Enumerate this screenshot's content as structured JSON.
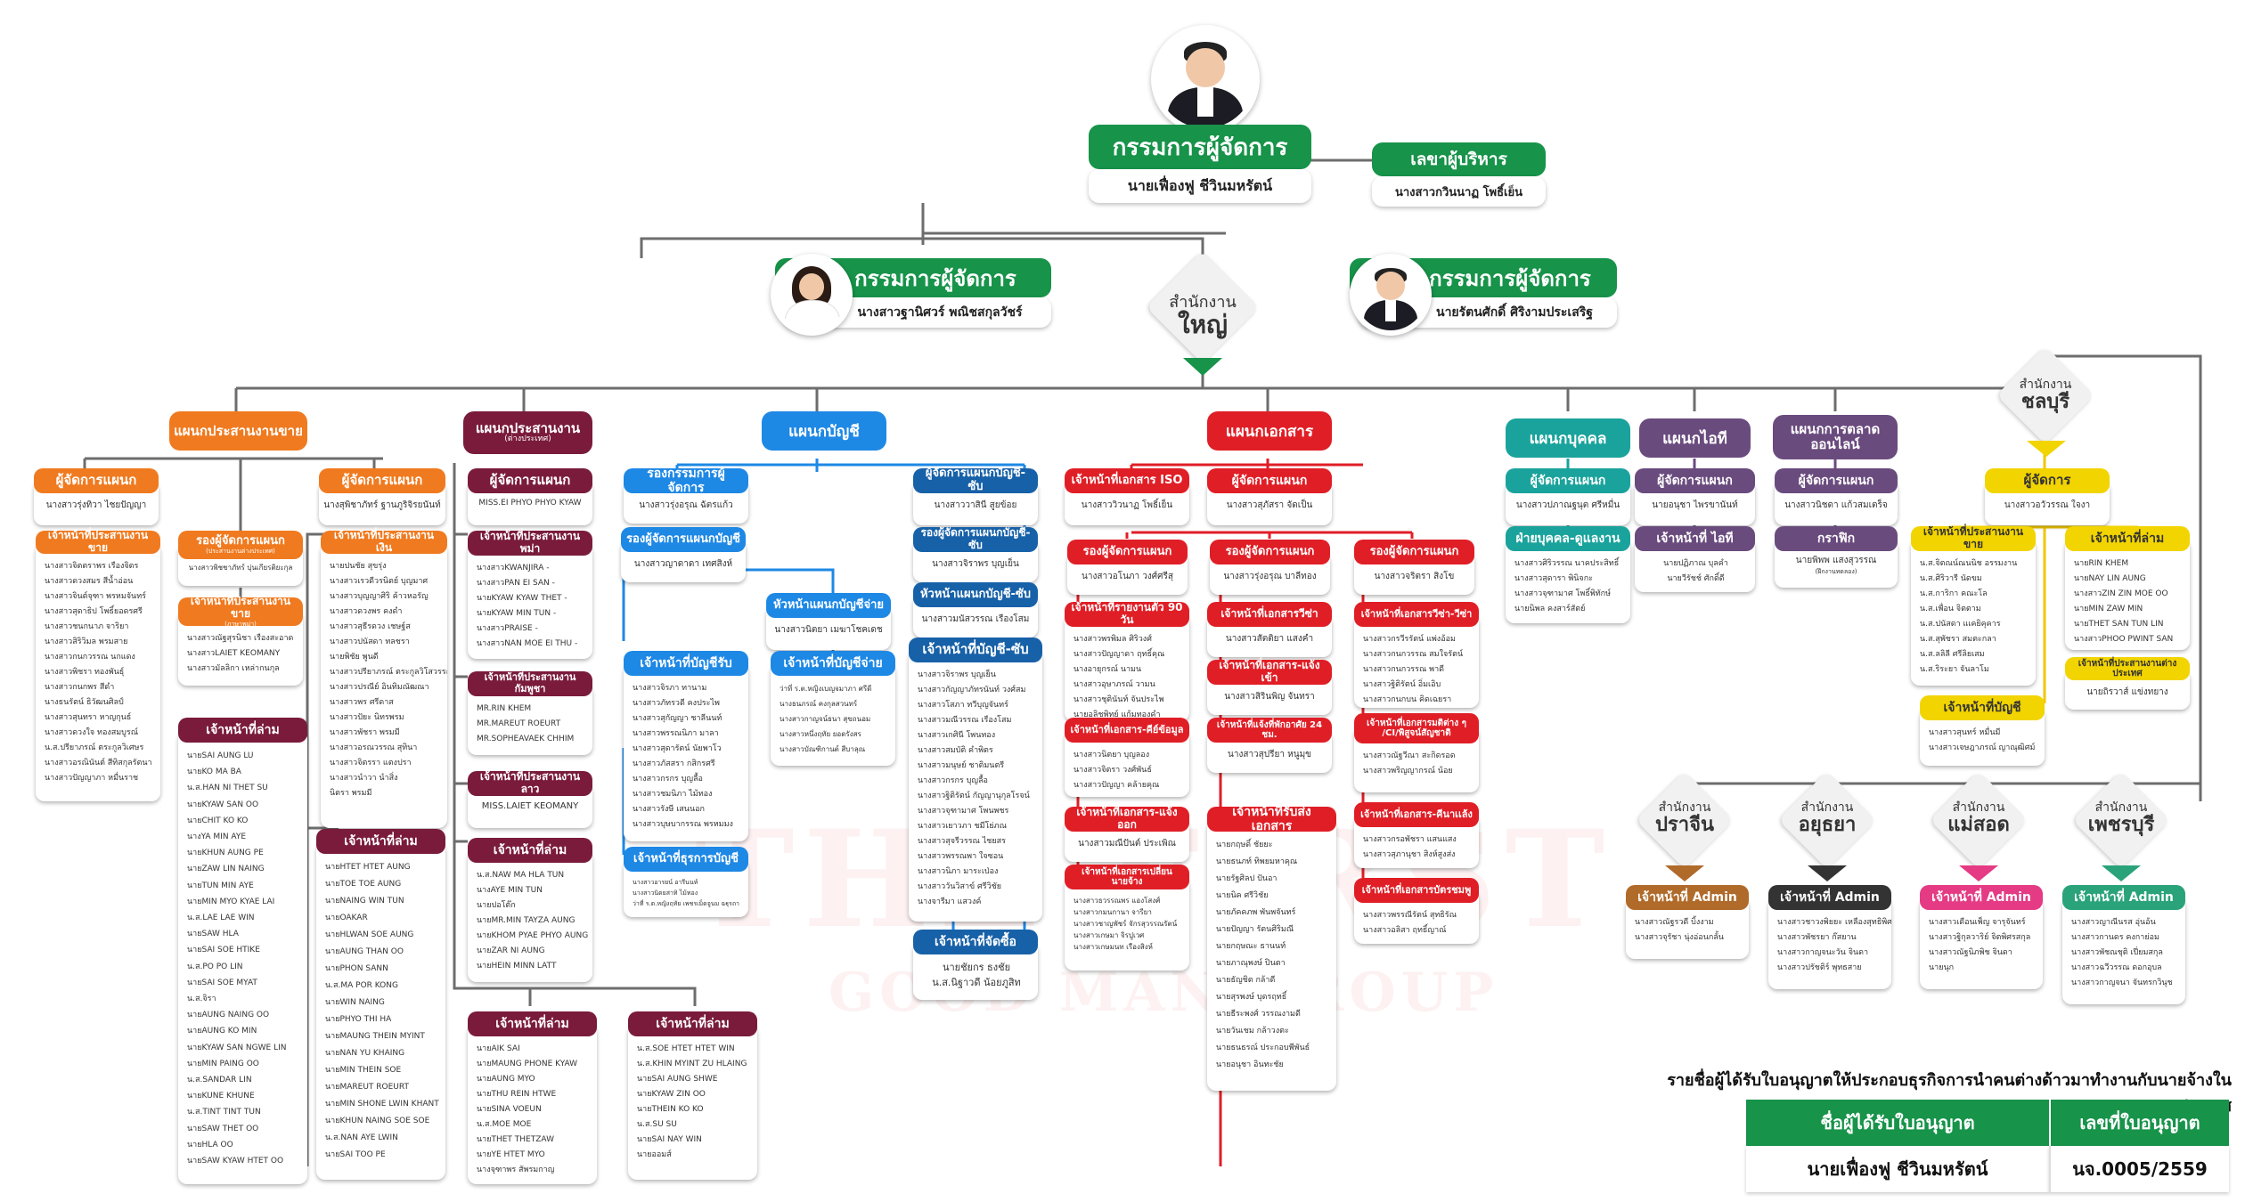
{
  "header": {
    "top_title": "กรรมการผู้จัดการ",
    "top_name": "นายเฟื่องฟู ชีวินมหรัตน์",
    "secretary_title": "เลขาผู้บริหาร",
    "secretary_name": "นางสาวกวินนาฏ โพธิ์เย็น",
    "left_md_title": "กรรมการผู้จัดการ",
    "left_md_name": "นางสาวฐานิศวร์ พณิชสกุลวัชร์",
    "right_md_title": "กรรมการผู้จัดการ",
    "right_md_name": "นายรัตนศักดิ์ ศิริงามประเสริฐ",
    "hq_small": "สำนักงาน",
    "hq_large": "ใหญ่"
  },
  "departments": {
    "sales": "แผนกประสานงานขาย",
    "coord_foreign": "แผนกประสานงาน",
    "coord_foreign_sub": "(ต่างประเทศ)",
    "accounting": "แผนกบัญชี",
    "documents": "แผนกเอกสาร",
    "hr": "แผนกบุคคล",
    "it": "แผนกไอที",
    "marketing_l1": "แผนกการตลาด",
    "marketing_l2": "ออนไลน์"
  },
  "sales": {
    "mgr1_title": "ผู้จัดการแผนก",
    "mgr1_name": "นางสาวรุ่งทิวา ไชยปัญญา",
    "mgr2_title": "ผู้จัดการแผนก",
    "mgr2_name": "นางสุพิชาภัทร์ ฐานภูริจิรยนันท์",
    "coord_title": "เจ้าหน้าที่ประสานงานขาย",
    "coord_names": [
      "นางสาวจิตตราพร เรืองจิตร",
      "นางสาวดวงสมร สีน้ำอ่อน",
      "นางสาวจินต์จุฑา พรหมจันทร์",
      "นางสาวสุดาธิป โพธิ์ยอดรศรี",
      "นางสาวชนกนาภ จาริยา",
      "นางสาวสิริวิมล พรมสาย",
      "นางสาวกนกวรรณ นกแดง",
      "นางสาวพิชรา ทองพันธุ์",
      "นางสาวกนกพร สีดำ",
      "นางธนรัตน์ ธิวัฒนศิลป์",
      "นางสาวสุนทรา หาญกุนธ์",
      "นางสาวดวงใจ ทองสมบูรณ์",
      "น.ส.ปรียาภรณ์ ตระกูลวิเศษร",
      "นางสาวอรณินันต์ สีทิสกุลรัตนา",
      "นางสาวปัญญาภา หมื่นราช"
    ],
    "deputy_title": "รองผู้จัดการแผนก",
    "deputy_sub": "(ประสานงานต่างประเทศ)",
    "deputy_name": "นางสาวพิชชาภัทร์ บุ่นเกียรติยะกุล",
    "coord2_title": "เจ้าหน้าที่ประสานงานขาย",
    "coord2_sub": "(ภาษาพม่า)",
    "coord2_names": [
      "นางสาวณัฐสุรนิชา เรืองสะอาด",
      "นางสาวLAIET KEOMANY",
      "นางสาวมัลลิกา เหล่ากนกุล"
    ],
    "finance_title": "เจ้าหน้าที่ประสานงานเงิน",
    "finance_names": [
      "นายปนชัย สุขรุ่ง",
      "นางสาวเรวดีวรนิตย์ บุญมาศ",
      "นางสาวบุญญาศิริ ค้าวหอรัญ",
      "นางสาวดวงพร คงดำ",
      "นางสาวสุธีรดวง เชษฐ์ส",
      "นางสาวปนัสดา ทลชรา",
      "นายพิชัย พูนดี",
      "นางสาวปรียาภรณ์ ตระกูลวิโสวรรณ",
      "นางสาวปรณีย์ อินทิมณัฒณา",
      "นางสาวพร ศรีดาส",
      "นางสาวปัยะ นิทรพรม",
      "นางสาวพัชรา พรมมี",
      "นางสาวอรณวรรณ สุทินา",
      "นางสาวจิตรรา แตงปรา",
      "นางสาวนำวา นำสิ่ง",
      "นิตรา พรมมี"
    ],
    "interp_title": "เจ้าหน้าที่ล่าม",
    "interp_names": [
      "นายSAI AUNG LU",
      "นายKO MA BA",
      "น.ส.HAN NI THET SU",
      "นายKYAW SAN OO",
      "นายCHIT KO KO",
      "นางYA MIN AYE",
      "นายKHUN AUNG PE",
      "นายZAW LIN NAING",
      "นายTUN MIN AYE",
      "นายMIN MYO KYAE LAI",
      "น.ส.LAE LAE WIN",
      "นายSAW HLA",
      "นายSAI SOE HTIKE",
      "น.ส.PO PO LIN",
      "นายSAI SOE MYAT",
      "น.ส.จิรา",
      "นายAUNG NAING OO",
      "นายAUNG KO MIN",
      "นายKYAW SAN NGWE LIN",
      "นายMIN PAING OO",
      "น.ส.SANDAR LIN",
      "นายKUNE KHUNE",
      "น.ส.TINT TINT TUN",
      "นายSAW THET OO",
      "นายHLA OO",
      "นายSAW KYAW HTET OO"
    ]
  },
  "coord": {
    "mgr_title": "ผู้จัดการแผนก",
    "mgr_name": "MISS.EI PHYO PHYO KYAW",
    "burma_title": "เจ้าหน้าที่ประสานงานพม่า",
    "burma_names": [
      "นางสาวKWANJIRA -",
      "นางสาวPAN EI SAN -",
      "นายKYAW KYAW THET -",
      "นายKYAW MIN TUN -",
      "นางสาวPRAISE -",
      "นางสาวNAN MOE EI THU -"
    ],
    "cambodia_title": "เจ้าหน้าที่ประสานงานกัมพูชา",
    "cambodia_names": [
      "MR.RIN KHEM",
      "MR.MAREUT ROEURT",
      "MR.SOPHEAVAEK CHHIM"
    ],
    "laos_title": "เจ้าหน้าที่ประสานงานลาว",
    "laos_name": "MISS.LAIET KEOMANY",
    "interp1_title": "เจ้าหน้าที่ล่าม",
    "interp1_names": [
      "นายHTET HTET AUNG",
      "นายTOE TOE AUNG",
      "นายNAING WIN TUN",
      "นายOAKAR",
      "นายHLWAN SOE AUNG",
      "นายAUNG THAN OO",
      "นายPHON SANN",
      "น.ส.MA POR KONG",
      "นายWIN NAING",
      "นายPHYO THI HA",
      "นายMAUNG THEIN MYINT",
      "นายNAN YU KHAING",
      "นายMIN THEIN SOE",
      "นายMAREUT ROEURT",
      "นายMIN SHONE LWIN KHANT",
      "นายKHUN NAING SOE SOE",
      "น.ส.NAN AYE LWIN",
      "นายSAI TOO PE"
    ],
    "interp2_title": "เจ้าหน้าที่ล่าม",
    "interp2_names": [
      "น.ส.NAW MA HLA TUN",
      "นางAYE MIN TUN",
      "นายปอโต๊ก",
      "นายMR.MIN TAYZA AUNG",
      "นายKHOM PYAE PHYO AUNG",
      "นายZAR NI AUNG",
      "นายHEIN MINN LATT"
    ],
    "interp3_title": "เจ้าหน้าที่ล่าม",
    "interp3_names": [
      "นายAIK SAI",
      "นายMAUNG PHONE KYAW",
      "นายAUNG MYO",
      "นายTHU REIN HTWE",
      "นายSINA VOEUN",
      "น.ส.MOE MOE",
      "นายTHET THETZAW",
      "นายYE HTET MYO",
      "นางจุฑาพร สัพรมกาญ"
    ],
    "interp4_title": "เจ้าหน้าที่ล่าม",
    "interp4_names": [
      "น.ส.SOE HTET HTET WIN",
      "น.ส.KHIN MYINT ZU HLAING",
      "นายSAI AUNG SHWE",
      "นายKYAW ZIN OO",
      "นายTHEIN KO KO",
      "น.ส.SU SU",
      "นายSAI NAY WIN",
      "นายออมส์"
    ]
  },
  "acct": {
    "gm_title": "รองกรรมการผู้จัดการ",
    "gm_name": "นางสาวรุ่งอรุณ ฉัตรแก้ว",
    "dep_title": "รองผู้จัดการแผนกบัญชี",
    "dep_name": "นางสาวญาดาดา เทศสิงห์",
    "head_title": "หัวหน้าแผนกบัญชีจ่าย",
    "head_name": "นางสาวนิตยา เมฆาโชคเดช",
    "recv_title": "เจ้าหน้าที่บัญชีรับ",
    "recv_names": [
      "นางสาวจิรภา ทานาม",
      "นางสาวภัทรวดี คงประไพ",
      "นางสาวสุกัญญา ชาลีนนท์",
      "นางสาวพรรณนิภา มาลา",
      "นางสาวสุดารัตน์ นัยพาโว",
      "นางสาวภัสสรา กสิกรศรี",
      "นางสาวกรกร บุญลื้อ",
      "นางสาวชมนิภา ไม้ทอง",
      "นางสาวรังษี เสนนอก",
      "นางสาวบุษบากรรณ พรหมมง"
    ],
    "pay_title": "เจ้าหน้าที่บัญชีจ่าย",
    "pay_names": [
      "ว่าที่ ร.ต.หญิงเบญจมาภา ศรีดี",
      "นางธนภรณ์ คงกุลสวนทร์",
      "นางสาวกาญจน์ธนา สุขถนอม",
      "นางสาวหนึ่งฤทัย ยอดรังสร",
      "นางสาวบัณฑิกานต์ สีบาลุณ"
    ],
    "treas_title": "เจ้าหน้าที่ธุรการบัญชี",
    "treas_names": [
      "นางสาวอารยน์ อารีนนท์",
      "นางสาวนิตยสาทิ ไม้ทอง",
      "ว่าที่ ร.ต.หญิงฤทัย เพชรเม็ดจูนม ฉฐุรถา"
    ],
    "mgr_b_title": "ผู้จัดการแผนกบัญชี-ซับ",
    "mgr_b_name": "นางสาววาสินี สูยข้อย",
    "dep_b_title": "รองผู้จัดการแผนกบัญชี-ซับ",
    "dep_b_name": "นางสาวจิราพร บุญเย็น",
    "head_b_title": "หัวหน้าแผนกบัญชี-ซับ",
    "head_b_name": "นางสาวมนัสวรรณ เรืองโสม",
    "sub_title": "เจ้าหน้าที่บัญชี-ซับ",
    "sub_names": [
      "นางสาวจิราพร บุญเย็น",
      "นางสาวกัญญาภัทรนันท์ วงศ์สม",
      "นางสาวโสภา ทวีบุญจันทร์",
      "นางสาวมณีวรรณ เรืองโสม",
      "นางสาวเกศินี โพนทอง",
      "นางสาวสมบัติ คำพิตร",
      "นางสาวมนุษย์ ชาติมนตรี",
      "นางสาวกรกร บุญลื้อ",
      "นางสาวฐิติรัตน์ กัญญานุกุลโรจน์",
      "นางสาวจุฑามาศ โพนพชร",
      "นางสาวเยาวภา ชมีโย่ภณ",
      "นางสาวสุจรีวรรณ ไชยสร",
      "นางสาวพรรณพา ใจซอน",
      "นางสาวนิภา มาระเป่อง",
      "นางสาววันวิสาข์ ศรีวิชัย",
      "นางจารีมา แสวงค์"
    ],
    "buy_title": "เจ้าหน้าที่จัดซื้อ",
    "buy_names": [
      "นายชัยกร ธงชัย",
      "น.ส.นิฐาวดี น้อยภูสิท"
    ]
  },
  "docs": {
    "iso_title": "เจ้าหน้าที่เอกสาร ISO",
    "iso_name": "นางสาววิวนาฏ โพธิ์เย็น",
    "mgr_title": "ผู้จัดการแผนก",
    "mgr_name": "นางสาวสุภัสรา จัดเป็น",
    "dep1_title": "รองผู้จัดการแผนก",
    "dep1_name": "นางสาวอโนภา วงศ์ศรีสุ",
    "dep2_title": "รองผู้จัดการแผนก",
    "dep2_name": "นางสาวรุ่งอรุณ บาลีทอง",
    "dep3_title": "รองผู้จัดการแผนก",
    "dep3_name": "นางสาวจริตรา สิงโข",
    "d90_title": "เจ้าหน้าที่รายงานตัว 90 วัน",
    "d90_names": [
      "นางสาวพรพิมล ศิริวงศ์",
      "นางสาวปัญญาดา ฤทธิ์คุณ",
      "นางอายุกรณ์ นามน",
      "นางสาวอุษาภรณ์ วามน",
      "นางสาวชุตินันท์ จันประไพ",
      "นายอลิชพิทย์ แก้มทองคำ"
    ],
    "vis_title": "เจ้าหน้าที่เอกสารวีซ่า",
    "vis_name": "นางสาวสัตติยา แสงคำ",
    "visa_title": "เจ้าหน้าที่เอกสารวีซ่า-วีซ่า",
    "visa_names": [
      "นางสาวกรวีรรัตน์ แพ่งอ้อม",
      "นางสาวกนกวรรณ สมใจรัตน์",
      "นางสาวกนกวรรณ พาดี",
      "นางสาวฐิติรัตน์ อิ่มเอิบ",
      "นางสาวกนกบน คิดเฉยรา"
    ],
    "chk_title": "เจ้าหน้าที่เอกสาร-แจ้งเข้า",
    "chk_name": "นางสาวสิรินพิญ จันทรา",
    "recheck_title": "เจ้าหน้าที่เอกสาร-คีย์ข้อมูล",
    "recheck_names": [
      "นางสาวนิตยา บุญลอง",
      "นางสาวจิตรา วงศ์พันธ์",
      "นางสาวปัญญา คล้ายคุณ"
    ],
    "t24_title": "เจ้าหน้าที่แจ้งที่พักอาศัย 24 ชม.",
    "t24_name": "นางสาวสุปรียา หนูมุข",
    "ci_title": "เจ้าหน้าที่เอกสารมติต่าง ๆ /CI/พิสูจน์สัญชาติ",
    "ci_names": [
      "นางสาวณัฐวีณา สะกิดรอด",
      "นางสาวพริญญากรณ์ น้อย"
    ],
    "out_title": "เจ้าหน้าที่เอกสาร-แจ้งออก",
    "out_name": "นางสาวมณีปันต์ ประเพิณ",
    "change_title": "เจ้าหน้าที่เอกสารเปลี่ยนนายจ้าง",
    "change_names": [
      "นางสาวธวรรณพร แองโสงศ์",
      "นางสาวกมนกานา จารียา",
      "นางสาวชาญพัชร์ จักรสุวรรณรัตน์",
      "นางสาวเกษมา จิรปูเวศ",
      "นางสาวเกษมนท เรืองสิงห์"
    ],
    "send_title": "เจ้าหน้าที่รับส่งเอกสาร",
    "send_names": [
      "นายกฤษดิ์ ชัยยะ",
      "นายธนภท์ ทิพยมหาคุณ",
      "นายรัฐศิลป ปันอา",
      "นายนิค ศรีวิชัย",
      "นายภัคคภพ พันพจันทร์",
      "นายปัญญา รัตนศิริมณี",
      "นายกฤษณะ ธานนท์",
      "นายภาณุพงษ์ ปินตา",
      "นายธัญชิต กล้าดี",
      "นายสุรพงษ์ บุดรฤทธิ์",
      "นายธีระพงศ์ วรรณงามดี",
      "นายวันเชม กล้าวงตะ",
      "นายธนธรณ์ ประกอบพีพันธ์",
      "นายอนุชา อินทะชัย"
    ],
    "kamp_title": "เจ้าหน้าที่เอกสาร-คีนาเเล้ง",
    "kamp_names": [
      "นางสาวกรอพัชรา แสนแสง",
      "นางสาวสุภานุชา สิงห์สูงส่ง"
    ],
    "card_title": "เจ้าหน้าที่เอกสารบัตรชมพู",
    "card_names": [
      "นางสาวพรรณีรัตน์ สุทธิรัณ",
      "นางสาวอลิสา ฤทธิ์ญาณ์"
    ]
  },
  "hr": {
    "mgr_title": "ผู้จัดการแผนก",
    "mgr_name": "นางสาวปภาณฐนุต ศรีหมื่น",
    "train_title": "ฝ่ายบุคคล-ดูแลงาน",
    "train_names": [
      "นางสาวศิริวรรณ นาคประสิทธิ์",
      "นางสาวสุดารา พินิจกะ",
      "นางสาวจุฑามาศ โพธิ์พิทักษ์",
      "นายนิพล คงสาร์สัตย์"
    ]
  },
  "it": {
    "mgr_title": "ผู้จัดการแผนก",
    "mgr_name": "นายอนุชา ไพรขานันท์",
    "staff_title": "เจ้าหน้าที่ ไอที",
    "staff_names": [
      "นายปฏิภาณ บุลคำ",
      "นายวีรัชช์ ศักดิ์ดี"
    ]
  },
  "mkt": {
    "mgr_title": "ผู้จัดการแผนก",
    "mgr_name": "นางสาวนิชดา แก้วสมเตร็จ",
    "gfx_title": "กราฟิก",
    "gfx_name": "นายพิพพ แสงสุวรรณ",
    "gfx_sub": "(ฝึกงานทดลอง)"
  },
  "chonburi": {
    "small": "สำนักงาน",
    "large": "ชลบุรี",
    "mgr_title": "ผู้จัดการ",
    "mgr_name": "นางสาวอวัวรรณ ใจงา",
    "coord_title": "เจ้าหน้าที่ประสานงานขาย",
    "coord_names": [
      "น.ส.จิตณน์ณนนิช อรรมงาน",
      "น.ส.ศิริวารี นัดขม",
      "น.ส.การิกา คณะโล",
      "น.ส.เพื่อน จิตตาม",
      "น.ส.ปนัสดา แเคยิคุคาร",
      "น.ส.สุพัชรา สมตะกลา",
      "น.ส.ลลิลี ศรีลิยเสม",
      "น.ส.ริระยา จันลาโม"
    ],
    "interp_title": "เจ้าหน้าที่ล่าม",
    "interp_names": [
      "นายRIN KHEM",
      "นายNAY LIN AUNG",
      "นางสาวZIN ZIN MOE OO",
      "นายMIN ZAW MIN",
      "นายTHET SAN TUN LIN",
      "นางสาวPHOO PWINT SAN"
    ],
    "foreign_title": "เจ้าหน้าที่ประสานงานต่างประเทศ",
    "foreign_name": "นายถิรวาส์ แข่งทยาง",
    "acct_title": "เจ้าหน้าที่บัญชี",
    "acct_names": [
      "นางสาวสุนทร์ หมื่นมี",
      "นางสาวเจษฎาภรณ์ ญาณุฒิศม์"
    ]
  },
  "branches": [
    {
      "small": "สำนักงาน",
      "large": "ปราจีน",
      "title": "เจ้าหน้าที่ Admin",
      "names": [
        "นางสาวณัฐรวดี บิ้งงาม",
        "นางสาวจุรัชา นุ่งอ่อนกลั้น"
      ]
    },
    {
      "small": "สำนักงาน",
      "large": "อยุธยา",
      "title": "เจ้าหน้าที่ Admin",
      "names": [
        "นางสาวชาวงพิยยะ เหลืองสุทธิพิศ",
        "นางสาวพัชรยา ก๊สยาน",
        "นางสาวกาญจนะวัน จินดา",
        "นางสาวปรัชติร์ พุทธสาย"
      ]
    },
    {
      "small": "สำนักงาน",
      "large": "แม่สอด",
      "title": "เจ้าหน้าที่ Admin",
      "names": [
        "นางสาวเดือนเพ็ญ จารุจันทร์",
        "นางสาวฐิกุลวาริย์ จิตพิศรสกุล",
        "นางสาวณัฐนิภพิช จินดา",
        "นายนุก"
      ]
    },
    {
      "small": "สำนักงาน",
      "large": "เพชรบุรี",
      "title": "เจ้าหน้าที่ Admin",
      "names": [
        "นางสาวญาณีนรส อุ่นอ้น",
        "นางสาวกานดร คงกาย่อม",
        "นางสาวพัชณชุติ เปี่ยมสกุล",
        "นางสาวฉวีวรรณ ดอกอุบล",
        "นางสาวกาญจนา จันทรกวินุช"
      ]
    }
  ],
  "license": {
    "heading": "รายชื่อผู้ได้รับใบอนุญาตให้ประกอบธุรกิจการนำคนต่างด้าวมาทำงานกับนายจ้างในประเทศ",
    "col1": "ชื่อผู้ได้รับใบอนุญาต",
    "col2": "เลขที่ใบอนุญาต",
    "holder": "นายเฟื่องฟู ชีวินมหรัตน์",
    "number": "นจ.0005/2559"
  }
}
